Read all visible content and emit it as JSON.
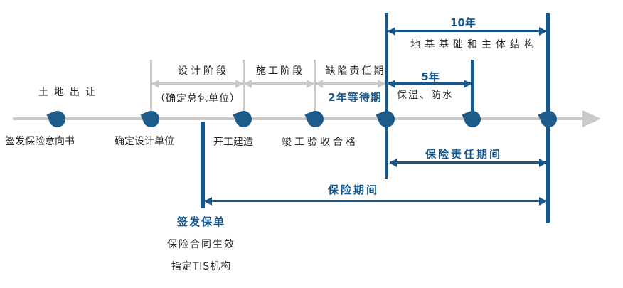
{
  "colors": {
    "accent_blue": "#17578c",
    "dot_blue": "#1d5c8a",
    "line_gray": "#c9c9c9",
    "text_dark": "#262626"
  },
  "events": {
    "land_grant": "土地出让",
    "issue_loi": "签发保险意向书",
    "confirm_designer": "确定设计单位",
    "start_construction": "开工建造",
    "completion_acceptance": "竣工验收合格"
  },
  "phases": {
    "design": "设计阶段",
    "design_note": "（确定总包单位）",
    "construction": "施工阶段",
    "defect_liability": "缺陷责任期",
    "waiting_period": "2年等待期"
  },
  "coverage": {
    "ten_year_duration": "10年",
    "ten_year_scope": "地基基础和主体结构",
    "five_year_duration": "5年",
    "five_year_scope": "保温、防水",
    "liability_period": "保险责任期间",
    "policy_period": "保险期间"
  },
  "policy_issue": {
    "title": "签发保单",
    "effective": "保险合同生效",
    "tis": "指定TIS机构"
  }
}
